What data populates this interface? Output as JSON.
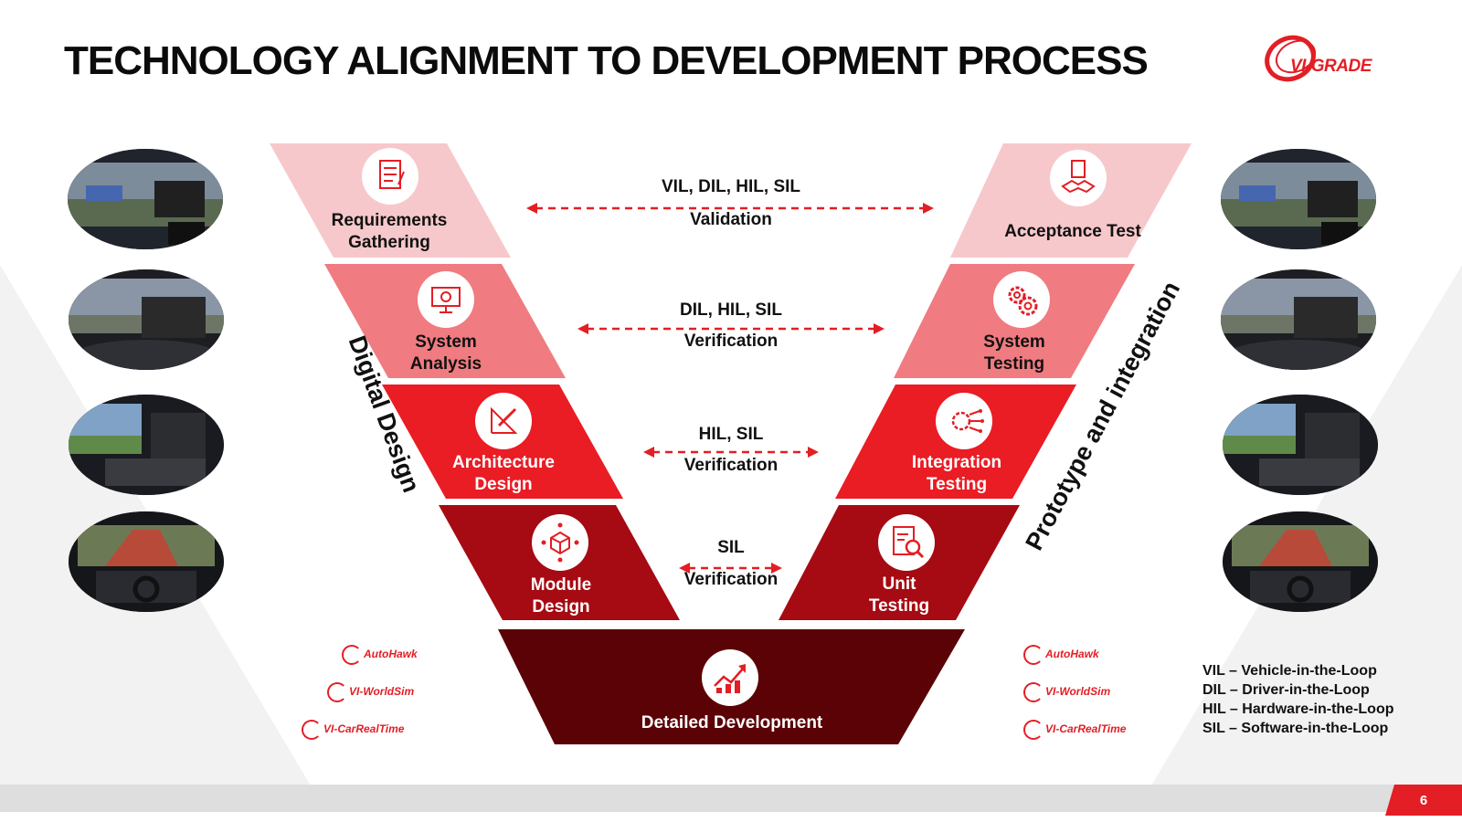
{
  "slide": {
    "title": "TECHNOLOGY ALIGNMENT TO DEVELOPMENT PROCESS",
    "brand_logo_text": "VI-GRADE",
    "page_number": "6"
  },
  "v_model": {
    "left": [
      {
        "label": "Requirements\nGathering",
        "icon": "checklist-document-icon",
        "color": "#f7c8cb"
      },
      {
        "label": "System\nAnalysis",
        "icon": "monitor-gear-icon",
        "color": "#f07b80"
      },
      {
        "label": "Architecture\nDesign",
        "icon": "ruler-pencil-icon",
        "color": "#ea1c24"
      },
      {
        "label": "Module\nDesign",
        "icon": "cube-network-icon",
        "color": "#a60a12"
      }
    ],
    "right": [
      {
        "label": "Acceptance Test",
        "icon": "handshake-icon",
        "color": "#f7c8cb"
      },
      {
        "label": "System\nTesting",
        "icon": "gears-icon",
        "color": "#f07b80"
      },
      {
        "label": "Integration\nTesting",
        "icon": "integration-circuit-icon",
        "color": "#ea1c24"
      },
      {
        "label": "Unit\nTesting",
        "icon": "magnifier-document-icon",
        "color": "#a60a12"
      }
    ],
    "bottom": {
      "label": "Detailed Development",
      "icon": "growth-chart-icon",
      "color": "#5b0206"
    },
    "connectors": [
      {
        "methods": "VIL, DIL, HIL, SIL",
        "type": "Validation"
      },
      {
        "methods": "DIL, HIL, SIL",
        "type": "Verification"
      },
      {
        "methods": "HIL, SIL",
        "type": "Verification"
      },
      {
        "methods": "SIL",
        "type": "Verification"
      }
    ],
    "left_side_label": "Digital Design",
    "right_side_label": "Prototype and integration"
  },
  "product_logos": {
    "left": [
      "AutoHawk",
      "VI-WorldSim",
      "VI-CarRealTime"
    ],
    "right": [
      "AutoHawk",
      "VI-WorldSim",
      "VI-CarRealTime"
    ]
  },
  "legend": [
    "VIL – Vehicle-in-the-Loop",
    "DIL – Driver-in-the-Loop",
    "HIL – Hardware-in-the-Loop",
    "SIL – Software-in-the-Loop"
  ],
  "colors": {
    "accent": "#e31e24",
    "light": "#f7c8cb",
    "mid": "#f07b80",
    "dark": "#a60a12",
    "darkest": "#5b0206"
  }
}
